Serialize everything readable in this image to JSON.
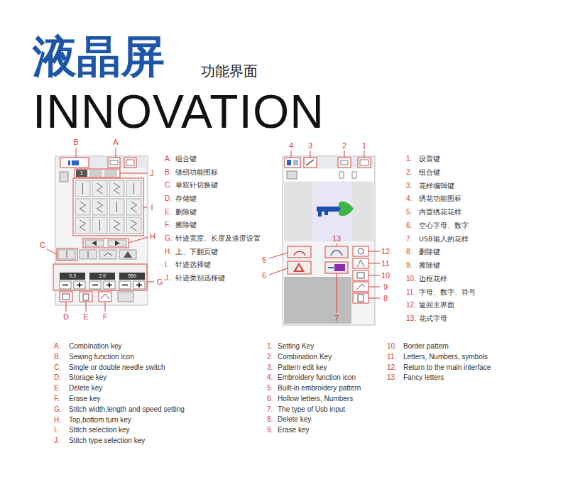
{
  "diagram": {
    "title": "液晶屏",
    "labels": [
      "功能界面",
      "INNOVATION",
      "B",
      "A",
      "J",
      "I",
      "C",
      "H",
      "G",
      "D",
      "E",
      "F",
      "1",
      "0.3",
      "2.0",
      "550",
      "4",
      "3",
      "2",
      "1",
      "13",
      "5",
      "12",
      "11",
      "10",
      "6",
      "9",
      "8",
      "7",
      "A.",
      "组合键",
      "B.",
      "缝纫功能图标",
      "C.",
      "单双针切换键",
      "D.",
      "存储键",
      "E.",
      "删除键",
      "F.",
      "擦除键",
      "G.",
      "针迹宽度、长度及速度设置",
      "H.",
      "上、下翻页键",
      "I.",
      "针迹选择键",
      "J.",
      "针迹类别选择键",
      "1.",
      "设置键",
      "2.",
      "组合键",
      "3.",
      "花样编辑键",
      "4.",
      "绣花功能图标",
      "5.",
      "内置绣花花样",
      "6.",
      "空心字母、数字",
      "7.",
      "USB输入的花样",
      "8.",
      "删除键",
      "9.",
      "擦除键",
      "10.",
      "边框花样",
      "11.",
      "字母、数字、符号",
      "12.",
      "返回主界面",
      "13.",
      "花式字母",
      "A.",
      "Combination key",
      "B.",
      "Sewing function icon",
      "C.",
      "Single or double needle switch",
      "D.",
      "Storage key",
      "E.",
      "Delete key",
      "F.",
      "Erase key",
      "G.",
      "Stitch width,length and speed setting",
      "H.",
      "Top,bottom turn key",
      "I.",
      "Stitch selection key",
      "J.",
      "Stitch type selection key",
      "1.",
      "Setting Key",
      "2.",
      "Combination Key",
      "3.",
      "Pattern edit key",
      "4.",
      "Embroidery function icon",
      "5.",
      "Built-in embroidery pattern",
      "6.",
      "Hollow letters, Numbers",
      "7.",
      "The type of Usb input",
      "8.",
      "Delete key",
      "9.",
      "Erase key",
      "10.",
      "Border pattern",
      "11.",
      "Letters, Numbers, symbols",
      "12.",
      "Return to the main interface",
      "13.",
      "Fancy letters"
    ]
  }
}
